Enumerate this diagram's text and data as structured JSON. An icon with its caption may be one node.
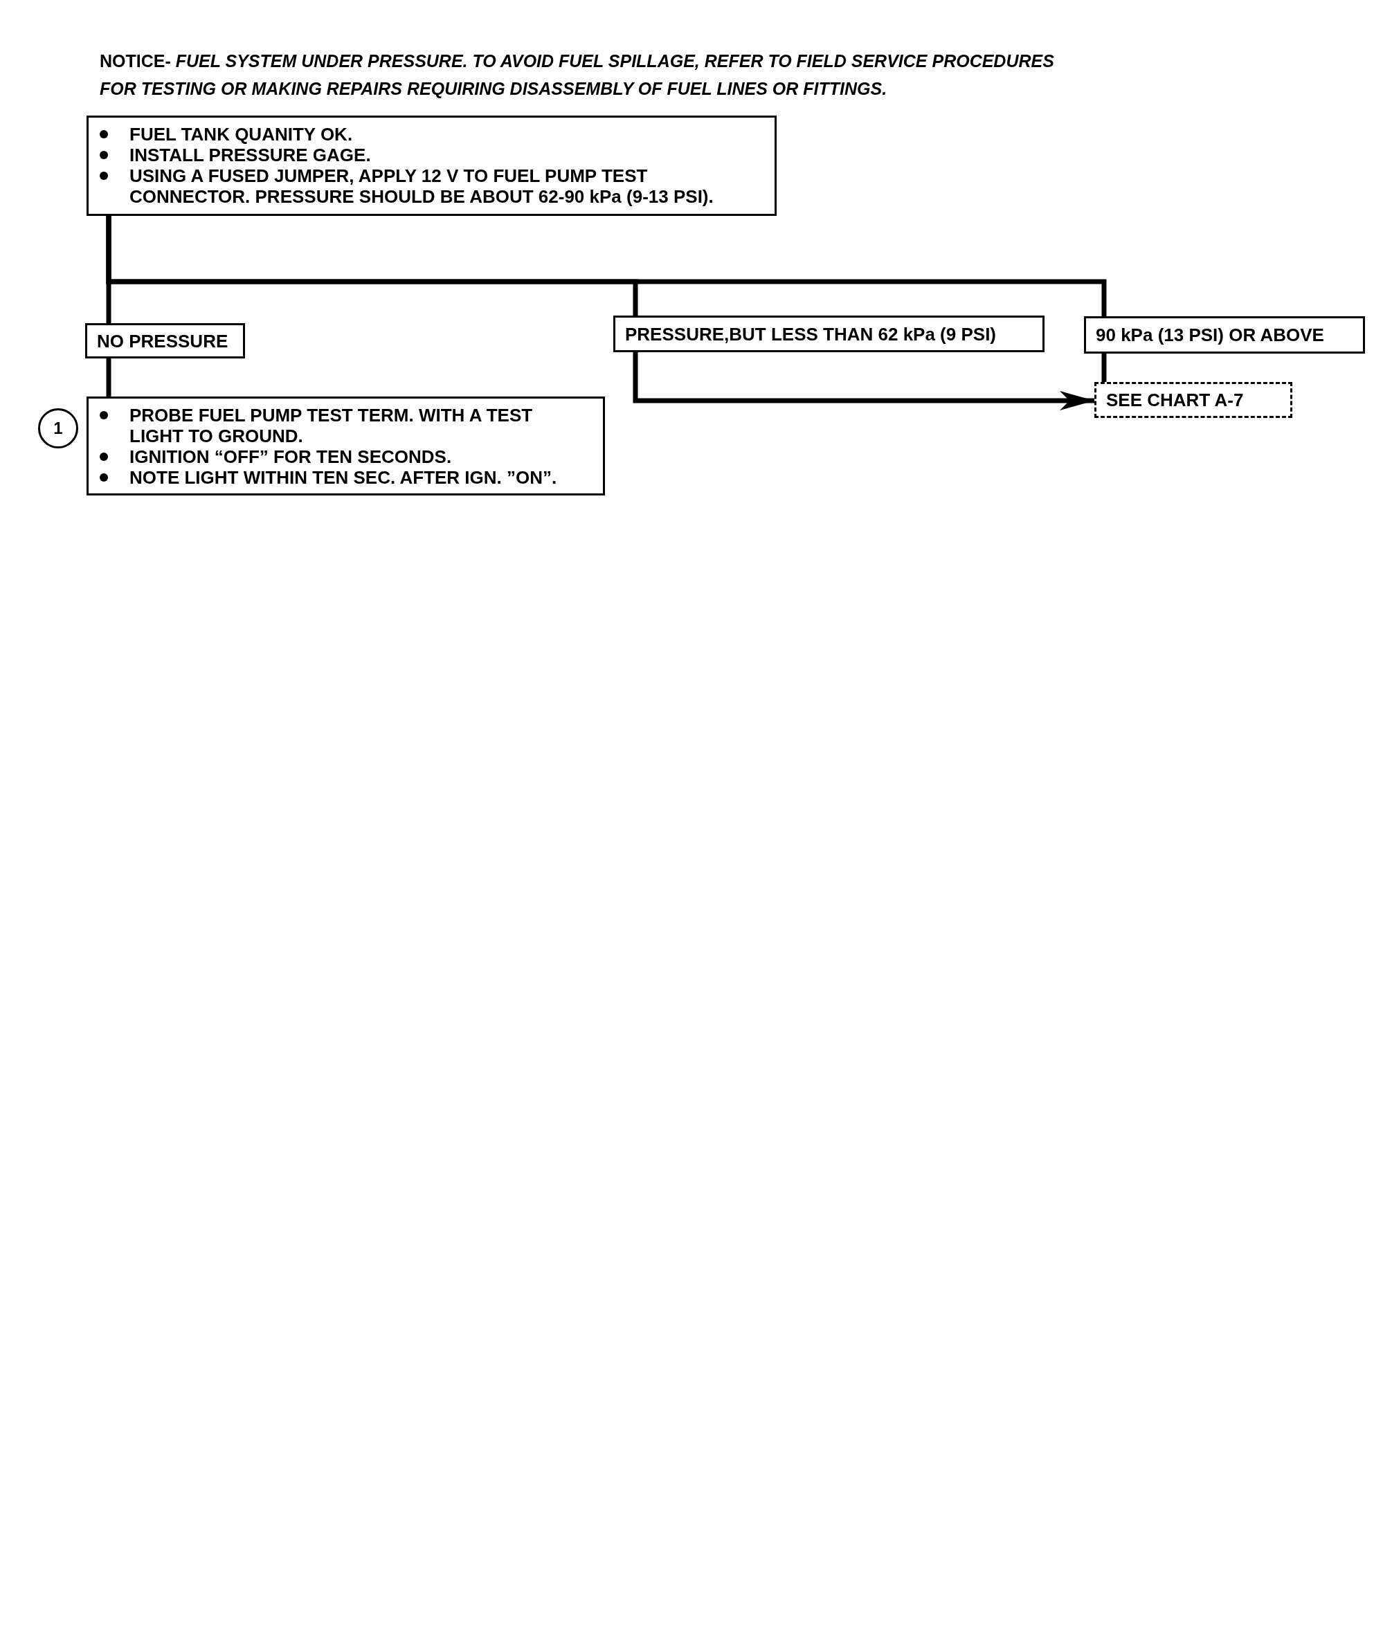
{
  "diagram": {
    "nodes": [
      {
        "text": [
          "FUEL TANK QUANITY OK.",
          "INSTALL PRESSURE GAGE.",
          "USING A FUSED JUMPER, APPLY 12 V TO FUEL PUMP TEST CONNECTOR. PRESSURE SHOULD BE ABOUT 62-90 kPa (9-13 PSI)."
        ]
      },
      {
        "text": [
          "NO PRESSURE"
        ]
      },
      {
        "text": [
          "PRESSURE,BUT LESS THAN 62 kPa (9 PSI)"
        ]
      },
      {
        "text": [
          "90 kPa (13 PSI) OR ABOVE"
        ]
      },
      {
        "text": [
          "SEE CHART A-7"
        ]
      },
      {
        "text": [
          "1"
        ]
      },
      {
        "text": [
          "PROBE FUEL PUMP TEST TERM. WITH A TEST LIGHT TO GROUND.",
          "IGNITION “OFF” FOR TEN SECONDS.",
          "NOTE LIGHT WITHIN TEN SEC. AFTER IGN. ”ON”."
        ]
      }
    ],
    "edges": [
      {
        "from": 0,
        "to": 1,
        "arrow": "none"
      },
      {
        "from": 0,
        "to": 2,
        "arrow": "none"
      },
      {
        "from": 0,
        "to": 3,
        "arrow": "none"
      },
      {
        "from": 1,
        "to": 6,
        "arrow": "none"
      },
      {
        "from": 2,
        "to": 4,
        "arrow": "to"
      },
      {
        "from": 3,
        "to": 4,
        "arrow": "none"
      }
    ],
    "labels": [
      "NOTICE- *FUEL SYSTEM UNDER PRESSURE. TO AVOID FUEL SPILLAGE, REFER TO FIELD SERVICE PROCEDURES FOR TESTING OR MAKING REPAIRS REQUIRING DISASSEMBLY OF FUEL LINES OR FITTINGS.*"
    ]
  }
}
